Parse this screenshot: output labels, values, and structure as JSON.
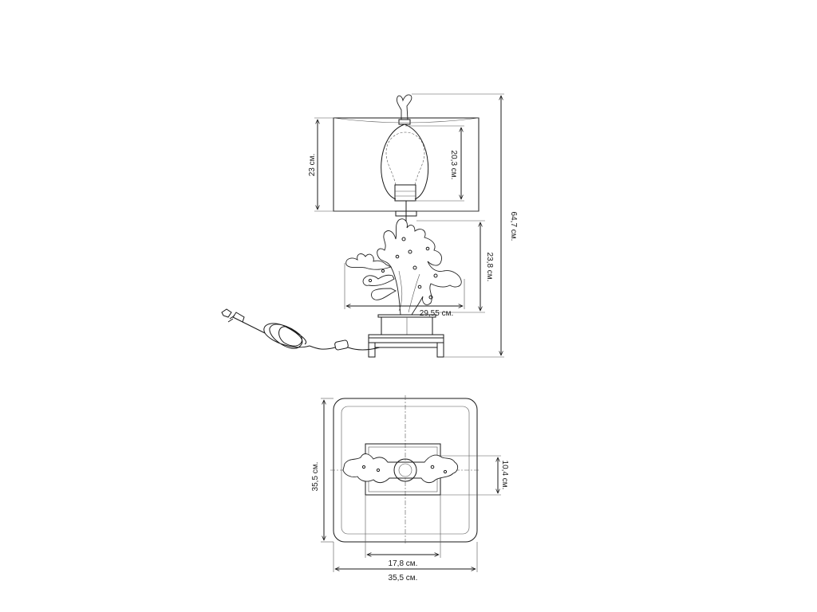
{
  "dimensions": {
    "total_height": "64,7 см.",
    "shade_height": "23 см.",
    "bulb_height": "20,3 см.",
    "coral_height": "23,8 см.",
    "coral_width": "29,55 см.",
    "top_depth": "35,5 см.",
    "base_depth": "10,4 см.",
    "base_width": "17,8 см.",
    "top_width": "35,5 см."
  },
  "colors": {
    "line": "#1a1a1a",
    "background": "#ffffff"
  }
}
